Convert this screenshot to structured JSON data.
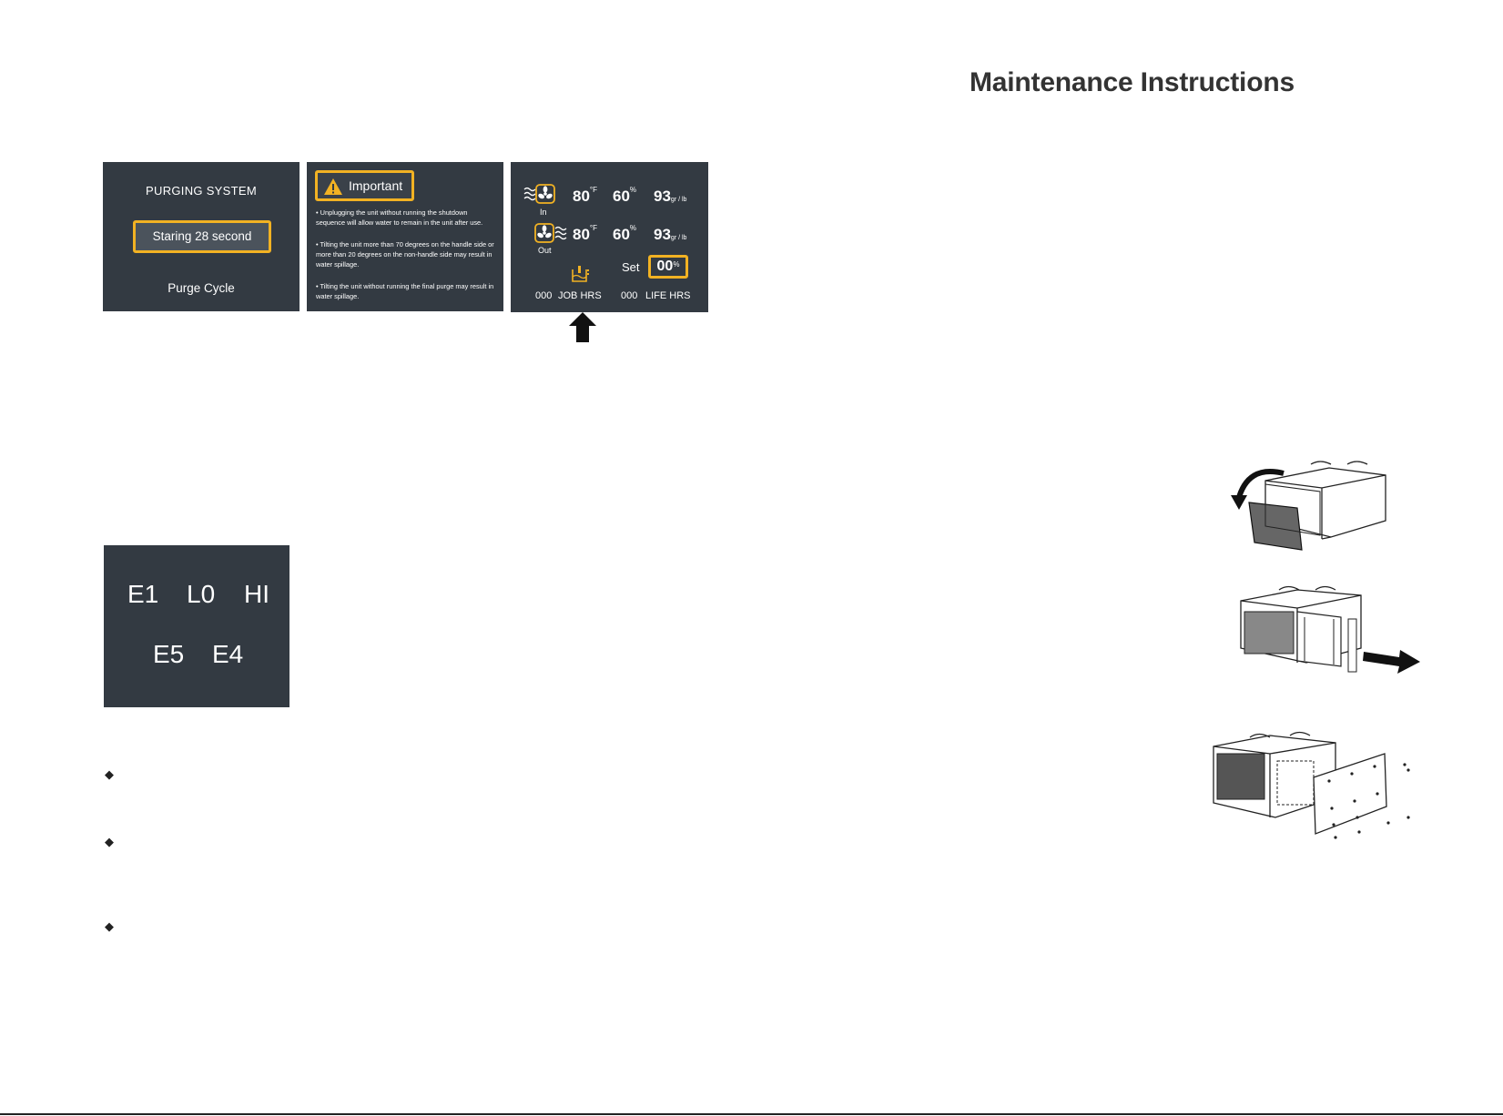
{
  "page": {
    "title": "Maintenance Instructions"
  },
  "purging_panel": {
    "header": "PURGING SYSTEM",
    "countdown": "Staring 28 second",
    "footer": "Purge Cycle"
  },
  "important_panel": {
    "badge": "Important",
    "notes": [
      "• Unplugging the unit without running the shutdown sequence will allow water to remain in the unit after use.",
      "• Tilting the unit more than 70 degrees on the handle side or more than 20 degrees on the non-handle side may result in water spillage.",
      "• Tilting the unit without running the final purge may result in water spillage."
    ]
  },
  "status_panel": {
    "in_label": "In",
    "out_label": "Out",
    "in": {
      "temp": "80",
      "temp_unit": "°F",
      "rh": "60",
      "rh_unit": "%",
      "gpp": "93",
      "gpp_unit": "gr / lb"
    },
    "out": {
      "temp": "80",
      "temp_unit": "°F",
      "rh": "60",
      "rh_unit": "%",
      "gpp": "93",
      "gpp_unit": "gr / lb"
    },
    "set_label": "Set",
    "set_value": "00",
    "set_unit": "%",
    "job_hrs_value": "000",
    "job_hrs_label": "JOB HRS",
    "life_hrs_value": "000",
    "life_hrs_label": "LIFE HRS"
  },
  "error_codes_panel": {
    "row1": [
      "E1",
      "L0",
      "HI"
    ],
    "row2": [
      "E5",
      "E4"
    ]
  },
  "bullets": [
    "◆",
    "◆",
    "◆"
  ],
  "colors": {
    "panel_bg": "#333a42",
    "accent_yellow": "#f2b223",
    "text_dark": "#333333"
  },
  "icons": [
    "fan-in-icon",
    "fan-out-icon",
    "water-tank-icon",
    "warning-triangle-icon",
    "up-arrow-icon",
    "rotate-arrow-icon",
    "pull-arrow-icon"
  ]
}
